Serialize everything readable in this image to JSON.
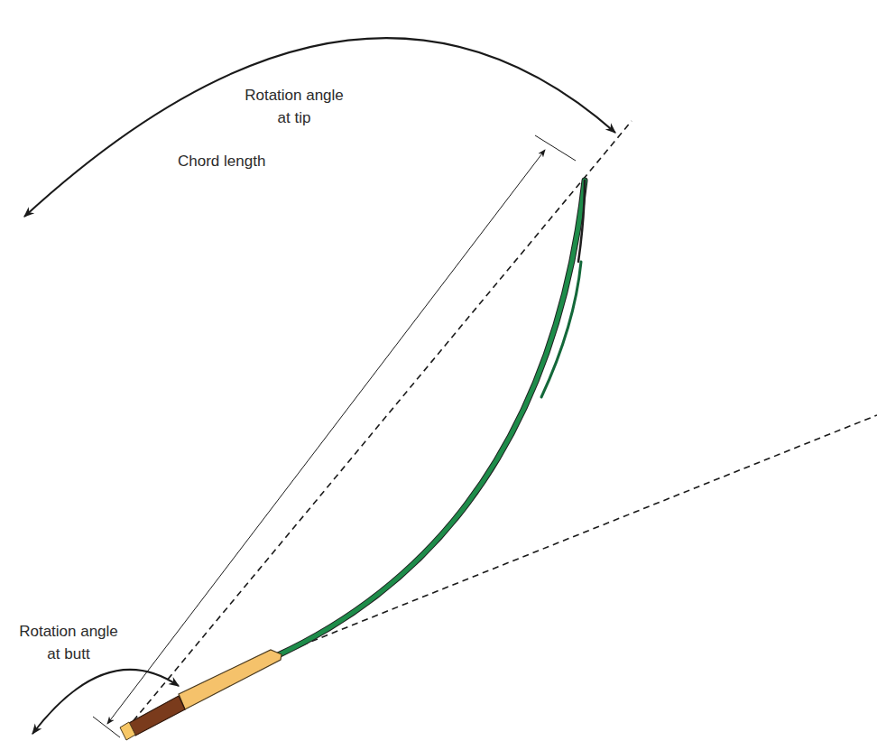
{
  "diagram": {
    "labels": [
      "Rotation angle at tip",
      "Chord length",
      "Rotation angle at butt"
    ]
  }
}
